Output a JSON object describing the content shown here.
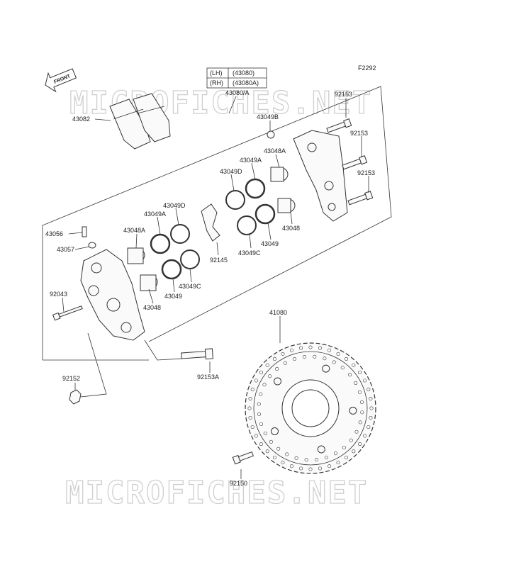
{
  "diagram_code": "F2292",
  "watermark": "MICROFICHES.NET",
  "front_label": "FRONT",
  "legend": [
    {
      "side": "(LH)",
      "part": "(43080)"
    },
    {
      "side": "(RH)",
      "part": "(43080A)"
    }
  ],
  "labels": {
    "p43080a": "43080/A",
    "p43082": "43082",
    "p92153_1": "92153",
    "p43049b": "43049B",
    "p92153_2": "92153",
    "p43048a_r": "43048A",
    "p43049a_r": "43049A",
    "p43049d_r": "43049D",
    "p92153_3": "92153",
    "p43049d_l": "43049D",
    "p43049a_l": "43049A",
    "p43048a_l": "43048A",
    "p43056": "43056",
    "p43057": "43057",
    "p43048_r": "43048",
    "p43049_r": "43049",
    "p43049c_r": "43049C",
    "p92145": "92145",
    "p92043": "92043",
    "p43049c_l": "43049C",
    "p43049_l": "43049",
    "p43048_l": "43048",
    "p41080": "41080",
    "p92153a": "92153A",
    "p92152": "92152",
    "p92150": "92150"
  }
}
